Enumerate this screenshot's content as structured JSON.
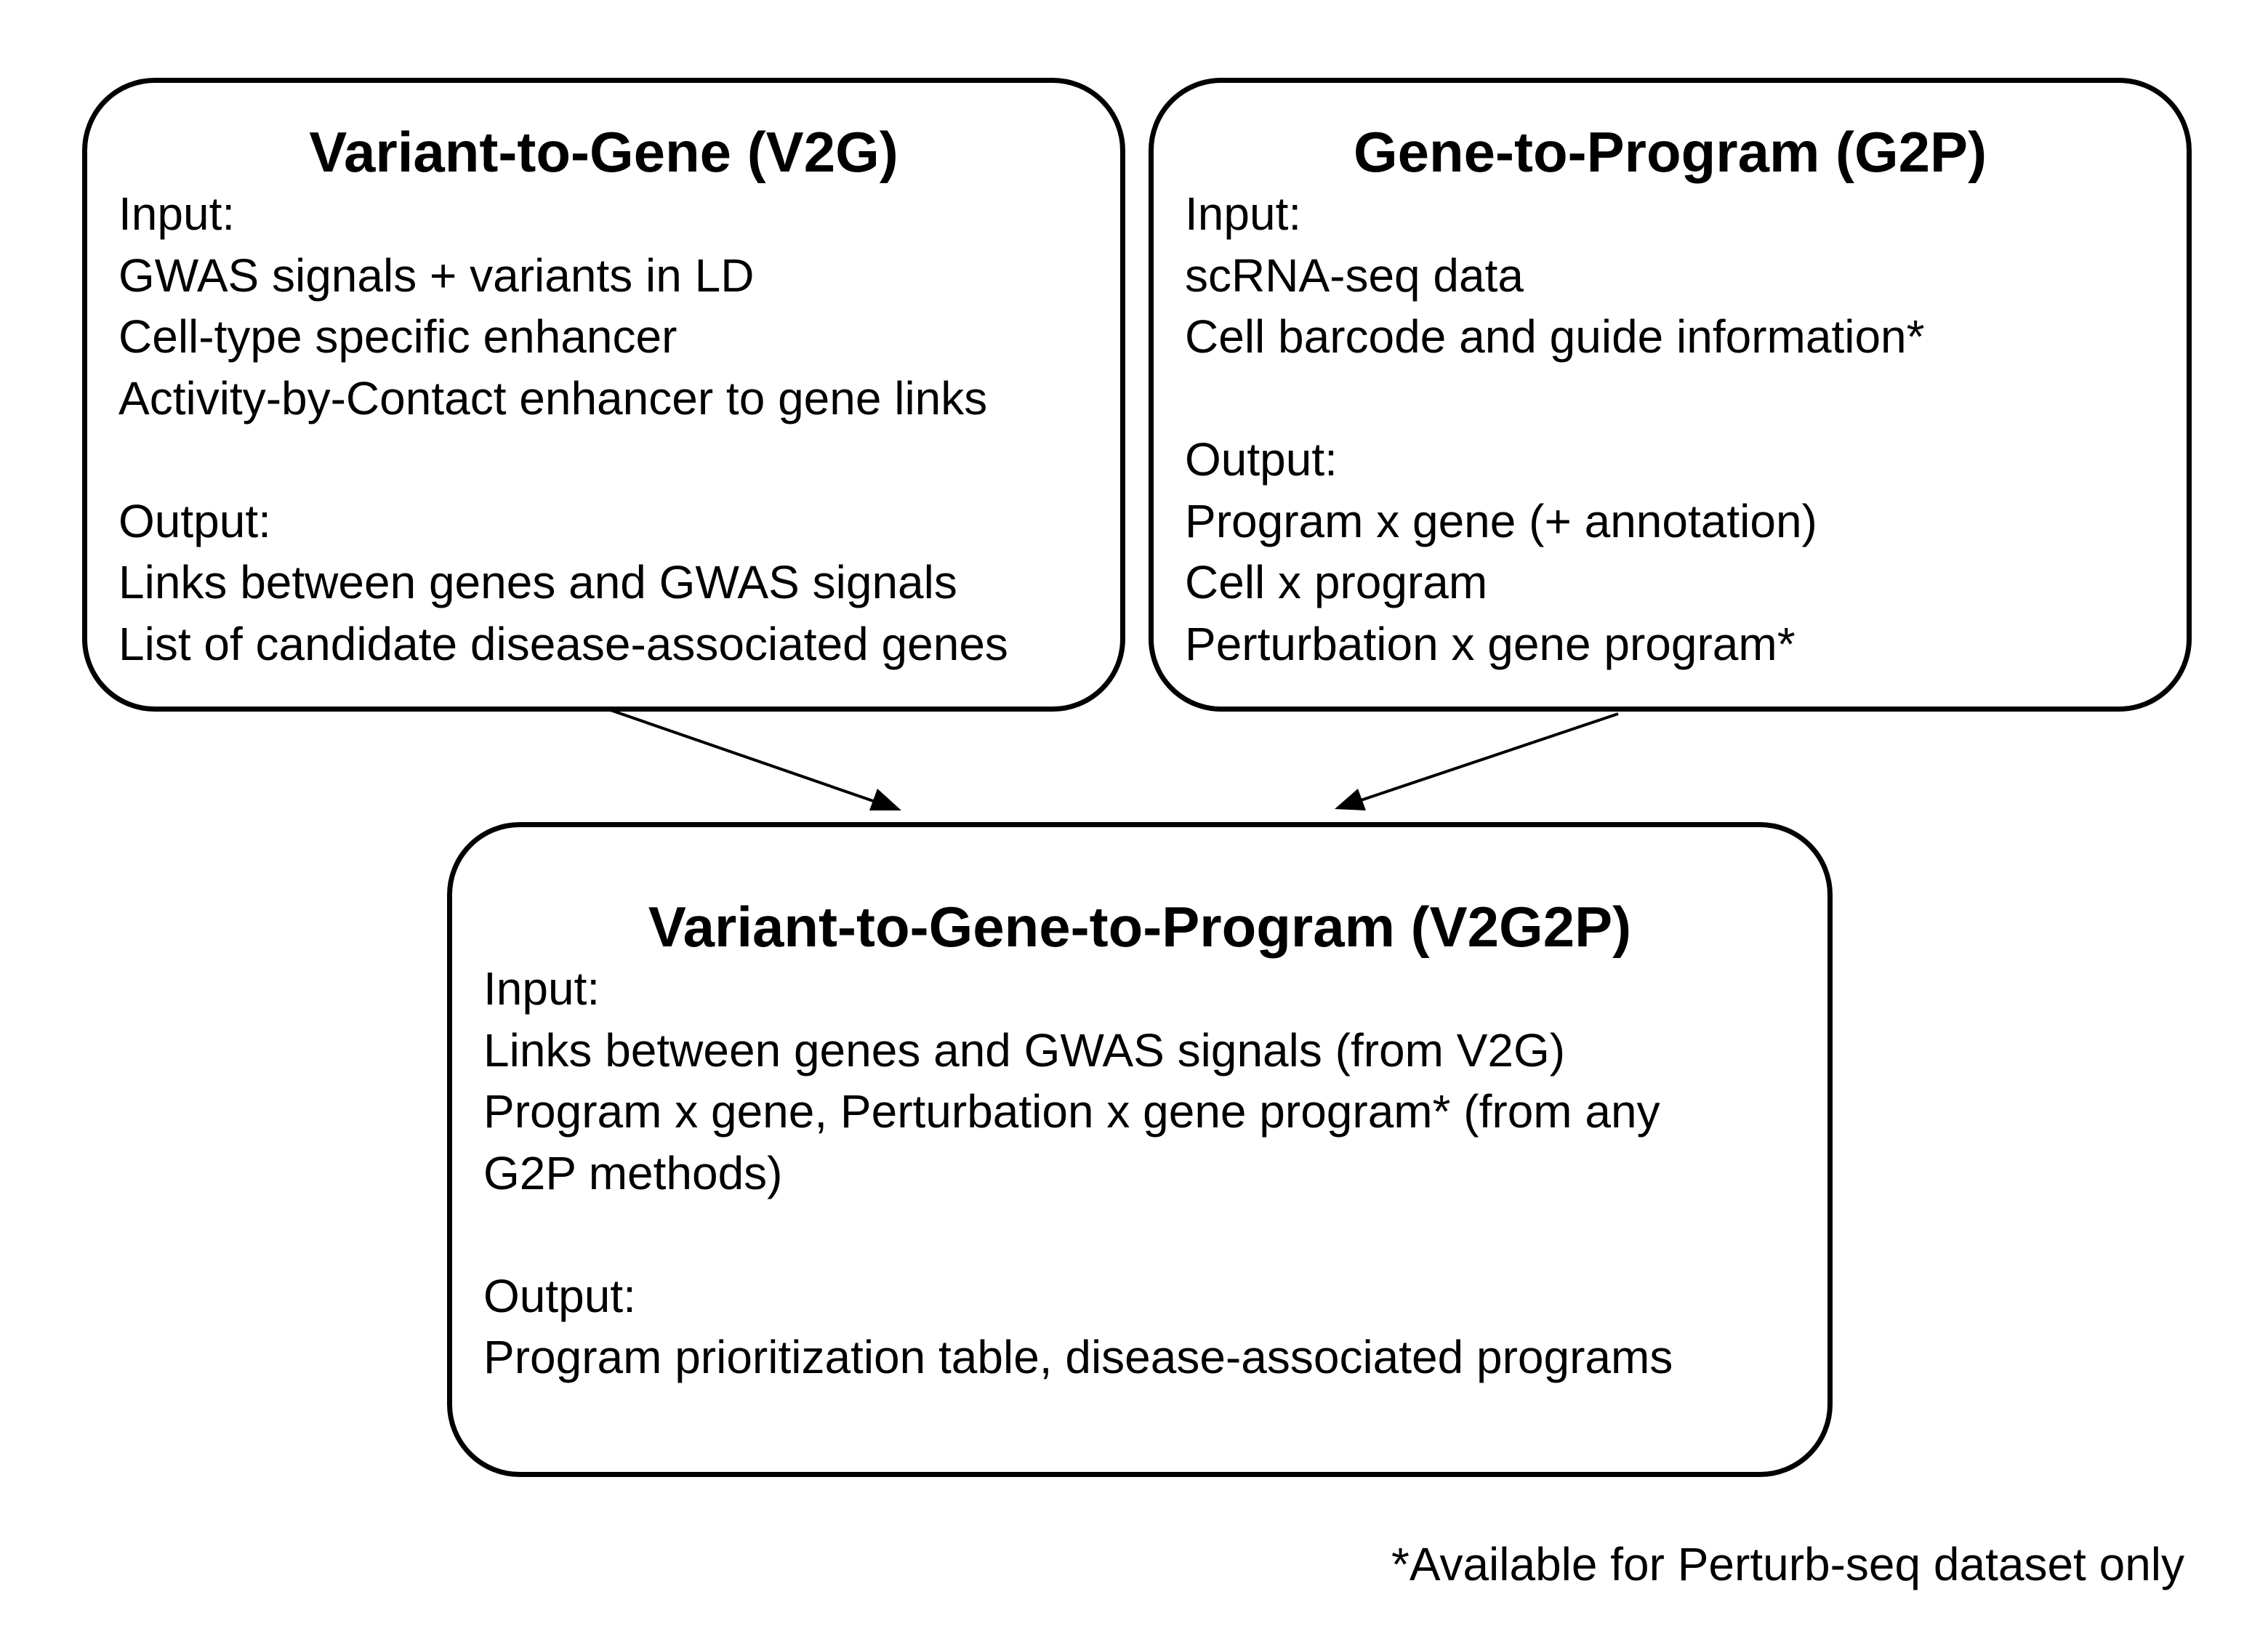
{
  "boxes": {
    "v2g": {
      "title": "Variant-to-Gene (V2G)",
      "lines": [
        "Input:",
        "GWAS signals + variants in LD",
        "Cell-type specific enhancer",
        "Activity-by-Contact enhancer to gene links",
        "",
        "Output:",
        "Links between genes and GWAS signals",
        "List of candidate disease-associated genes"
      ]
    },
    "g2p": {
      "title": "Gene-to-Program (G2P)",
      "lines": [
        "Input:",
        "scRNA-seq data",
        "Cell barcode and guide information*",
        "",
        "Output:",
        "Program x gene (+ annotation)",
        "Cell x program",
        "Perturbation x gene program*"
      ]
    },
    "v2g2p": {
      "title": "Variant-to-Gene-to-Program (V2G2P)",
      "lines": [
        "Input:",
        "Links between genes and GWAS signals (from V2G)",
        "Program x gene, Perturbation x gene program* (from any",
        "G2P methods)",
        "",
        "Output:",
        "Program prioritization table, disease-associated programs"
      ]
    }
  },
  "footnote": "*Available for Perturb-seq dataset only"
}
